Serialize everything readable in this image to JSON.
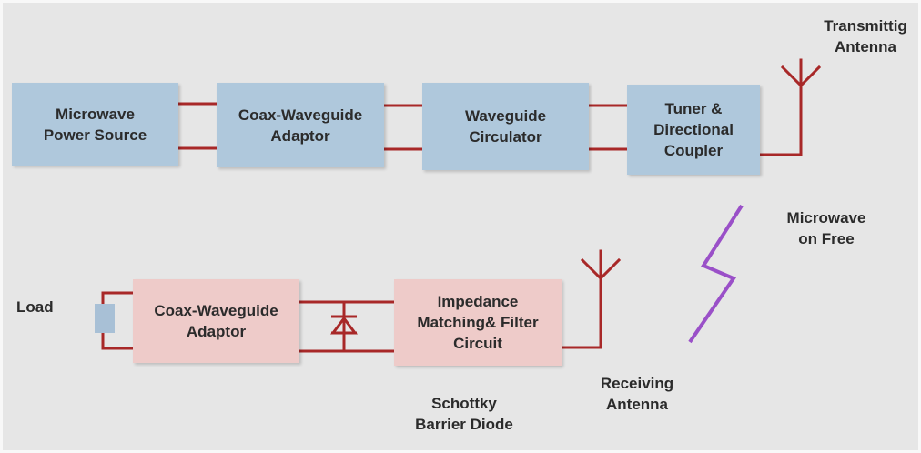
{
  "colors": {
    "background": "#e6e6e6",
    "block_blue": "#afc8dc",
    "block_pink": "#eecbc9",
    "wire": "#a82828",
    "microwave_beam": "#9a50c8",
    "load_block": "#a8c0d6"
  },
  "transmitter": {
    "power_source": "Microwave\nPower Source",
    "coax_adaptor": "Coax-Waveguide\nAdaptor",
    "circulator": "Waveguide\nCirculator",
    "tuner_coupler": "Tuner &\nDirectional\nCoupler",
    "antenna_label": "Transmittig\nAntenna"
  },
  "medium": {
    "label": "Microwave\non Free"
  },
  "receiver": {
    "load_label": "Load",
    "coax_adaptor": "Coax-Waveguide\nAdaptor",
    "impedance_filter": "Impedance\nMatching& Filter\nCircuit",
    "diode_label": "Schottky\nBarrier Diode",
    "antenna_label": "Receiving\nAntenna"
  }
}
